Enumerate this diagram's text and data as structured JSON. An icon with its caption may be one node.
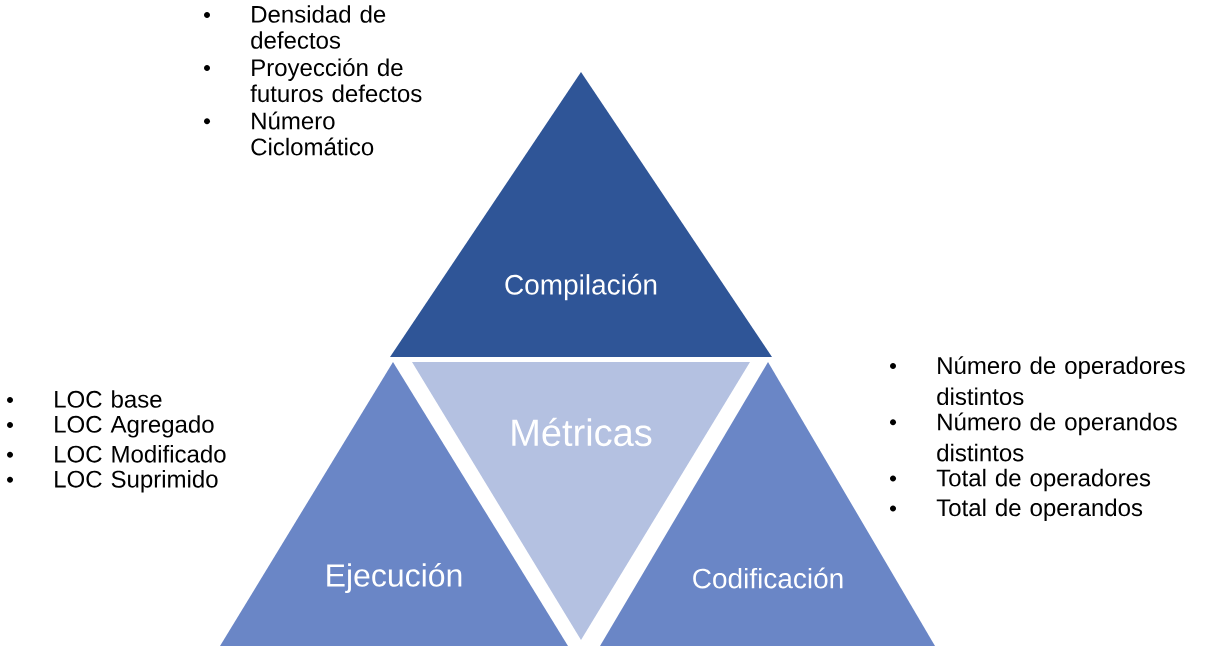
{
  "diagram": {
    "nodes": [
      {
        "text": [
          "Compilación"
        ],
        "beside": [
          "Densidad de defectos",
          "Proyección de futuros defectos",
          "Número Ciclomático"
        ]
      },
      {
        "text": [
          "Métricas"
        ]
      },
      {
        "text": [
          "Ejecución"
        ],
        "beside": [
          "LOC base",
          "LOC Agregado",
          "LOC Modificado",
          "LOC Suprimido"
        ]
      },
      {
        "text": [
          "Codificación"
        ],
        "beside": [
          "Número de operadores distintos",
          "Número de operandos distintos",
          "Total de operadores",
          "Total de operandos"
        ]
      }
    ]
  }
}
